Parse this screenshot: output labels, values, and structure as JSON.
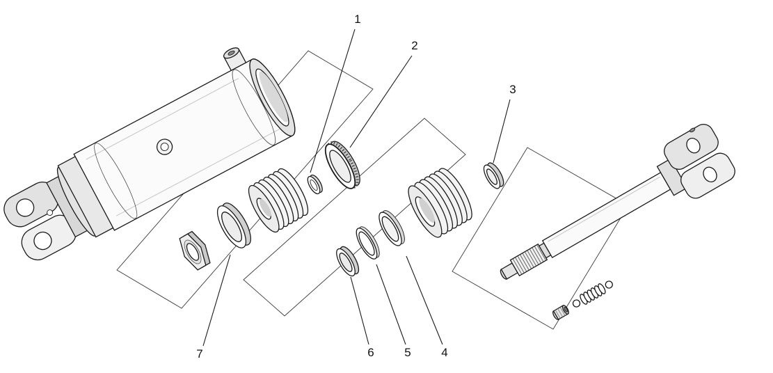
{
  "diagram": {
    "callout_labels": [
      "1",
      "2",
      "3",
      "4",
      "5",
      "6",
      "7"
    ],
    "colors": {
      "background": "#ffffff",
      "line": "#1a1a1a",
      "shade_light": "#ececec",
      "shade_mid": "#d5d5d5"
    }
  }
}
